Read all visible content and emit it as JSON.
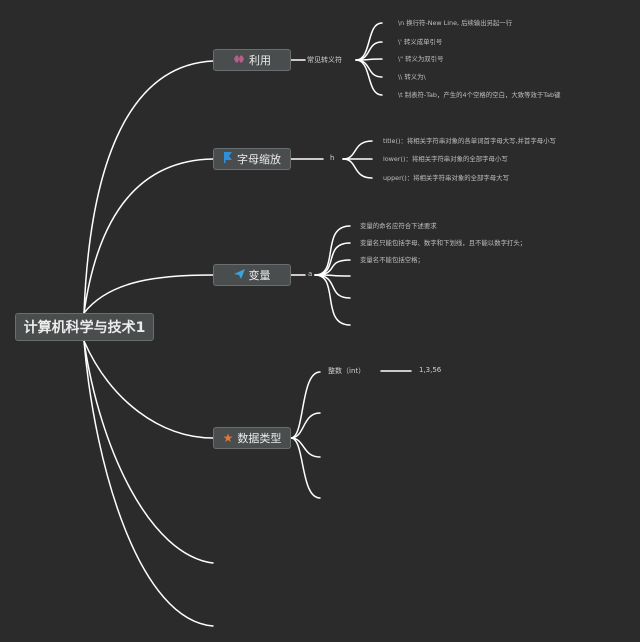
{
  "root": {
    "label": "计算机科学与技术1"
  },
  "branches": {
    "use": {
      "label": "利用",
      "icon": "ribbon-icon",
      "icon_color": "#b85c8a",
      "sub": "常见转义符",
      "items": [
        "\\n 换行符-New Line, 后续输出另起一行",
        "\\' 转义成单引号",
        "\\\" 转义为双引号",
        "\\\\ 转义为\\",
        "\\t 制表符-Tab，产生的4个空格的空白，大致等效于Tab键"
      ]
    },
    "case": {
      "label": "字母缩放",
      "icon": "flag-icon",
      "icon_color": "#2f8fd8",
      "sub": "h",
      "items": [
        "title()：将相关字符串对象的各单词首字母大写,并首字母小写",
        "lower()：将相关字符串对象的全部字母小写",
        "upper()：将相关字符串对象的全部字母大写"
      ]
    },
    "var": {
      "label": "变量",
      "icon": "send-icon",
      "icon_color": "#3aa3d9",
      "sub": "a",
      "items": [
        "变量的命名应符合下述要求",
        "变量名只能包括字母、数字和下划线，且不能以数字打头；",
        "变量名不能包括空格；"
      ]
    },
    "types": {
      "label": "数据类型",
      "icon": "star-icon",
      "icon_color": "#e8743b",
      "sub": "整数（int）",
      "value": "1,3,56"
    }
  }
}
